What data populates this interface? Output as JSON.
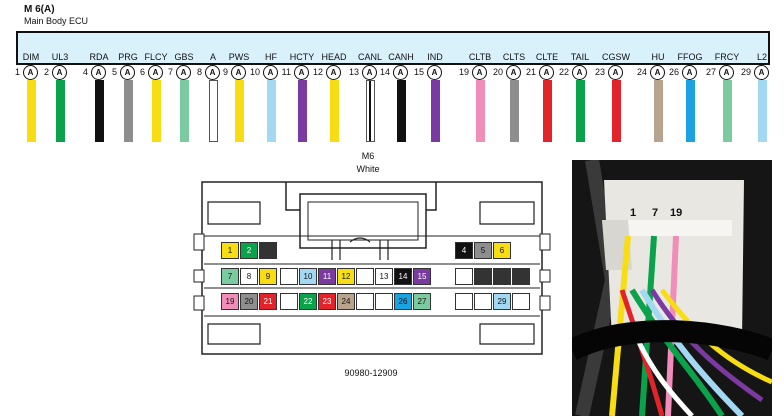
{
  "header": {
    "title": "M 6(A)",
    "subtitle": "Main Body ECU"
  },
  "pin_letter": "A",
  "pins": [
    {
      "num": "1",
      "label": "DIM",
      "color": "#f7dd12"
    },
    {
      "num": "2",
      "label": "UL3",
      "color": "#0aa24a"
    },
    {
      "num": "4",
      "label": "RDA",
      "color": "#111111"
    },
    {
      "num": "5",
      "label": "PRG",
      "color": "#8e8e8e"
    },
    {
      "num": "6",
      "label": "FLCY",
      "color": "#f7dd12"
    },
    {
      "num": "7",
      "label": "GBS",
      "color": "#7ccaa0"
    },
    {
      "num": "8",
      "label": "A",
      "color": "#ffffff"
    },
    {
      "num": "9",
      "label": "PWS",
      "color": "#f7dd12"
    },
    {
      "num": "10",
      "label": "HF",
      "color": "#a2d8f2"
    },
    {
      "num": "11",
      "label": "HCTY",
      "color": "#7b3aa1"
    },
    {
      "num": "12",
      "label": "HEAD",
      "color": "#f7dd12"
    },
    {
      "num": "13",
      "label": "CANL",
      "color": "#ffffff"
    },
    {
      "num": "14",
      "label": "CANH",
      "color": "#111111"
    },
    {
      "num": "15",
      "label": "IND",
      "color": "#7b3aa1"
    },
    {
      "num": "19",
      "label": "CLTB",
      "color": "#f08db8"
    },
    {
      "num": "20",
      "label": "CLTS",
      "color": "#8e8e8e"
    },
    {
      "num": "21",
      "label": "CLTE",
      "color": "#e2232a"
    },
    {
      "num": "22",
      "label": "TAIL",
      "color": "#0aa24a"
    },
    {
      "num": "23",
      "label": "CGSW",
      "color": "#e2232a"
    },
    {
      "num": "24",
      "label": "HU",
      "color": "#b8a48e"
    },
    {
      "num": "26",
      "label": "FFOG",
      "color": "#1aa3e0"
    },
    {
      "num": "27",
      "label": "FRCY",
      "color": "#7ccaa0"
    },
    {
      "num": "29",
      "label": "L2",
      "color": "#a2d8f2"
    }
  ],
  "connector": {
    "name": "M6",
    "color": "White",
    "part_number": "90980-12909"
  },
  "cavities": [
    {
      "row": 1,
      "pos": 1,
      "num": "1",
      "color": "#f7dd12"
    },
    {
      "row": 1,
      "pos": 2,
      "num": "2",
      "color": "#0aa24a"
    },
    {
      "row": 1,
      "pos": 3,
      "num": "",
      "color": "#333333"
    },
    {
      "row": 1,
      "pos": 12,
      "num": "4",
      "color": "#111111"
    },
    {
      "row": 1,
      "pos": 13,
      "num": "5",
      "color": "#8e8e8e"
    },
    {
      "row": 1,
      "pos": 14,
      "num": "6",
      "color": "#f7dd12"
    },
    {
      "row": 2,
      "pos": 1,
      "num": "7",
      "color": "#7ccaa0"
    },
    {
      "row": 2,
      "pos": 2,
      "num": "8",
      "color": "#ffffff"
    },
    {
      "row": 2,
      "pos": 3,
      "num": "9",
      "color": "#f7dd12"
    },
    {
      "row": 2,
      "pos": 4,
      "num": "",
      "color": "#ffffff"
    },
    {
      "row": 2,
      "pos": 5,
      "num": "10",
      "color": "#a2d8f2"
    },
    {
      "row": 2,
      "pos": 6,
      "num": "11",
      "color": "#7b3aa1"
    },
    {
      "row": 2,
      "pos": 7,
      "num": "12",
      "color": "#f7dd12"
    },
    {
      "row": 2,
      "pos": 8,
      "num": "",
      "color": "#ffffff"
    },
    {
      "row": 2,
      "pos": 9,
      "num": "13",
      "color": "#ffffff"
    },
    {
      "row": 2,
      "pos": 10,
      "num": "14",
      "color": "#111111"
    },
    {
      "row": 2,
      "pos": 11,
      "num": "15",
      "color": "#7b3aa1"
    },
    {
      "row": 2,
      "pos": 12,
      "num": "",
      "color": "#ffffff"
    },
    {
      "row": 2,
      "pos": 13,
      "num": "",
      "color": "#333333"
    },
    {
      "row": 2,
      "pos": 14,
      "num": "",
      "color": "#333333"
    },
    {
      "row": 2,
      "pos": 15,
      "num": "",
      "color": "#333333"
    },
    {
      "row": 3,
      "pos": 1,
      "num": "19",
      "color": "#f08db8"
    },
    {
      "row": 3,
      "pos": 2,
      "num": "20",
      "color": "#8e8e8e"
    },
    {
      "row": 3,
      "pos": 3,
      "num": "21",
      "color": "#e2232a"
    },
    {
      "row": 3,
      "pos": 4,
      "num": "",
      "color": "#ffffff"
    },
    {
      "row": 3,
      "pos": 5,
      "num": "22",
      "color": "#0aa24a"
    },
    {
      "row": 3,
      "pos": 6,
      "num": "23",
      "color": "#e2232a"
    },
    {
      "row": 3,
      "pos": 7,
      "num": "24",
      "color": "#b8a48e"
    },
    {
      "row": 3,
      "pos": 8,
      "num": "",
      "color": "#ffffff"
    },
    {
      "row": 3,
      "pos": 9,
      "num": "",
      "color": "#ffffff"
    },
    {
      "row": 3,
      "pos": 10,
      "num": "26",
      "color": "#1aa3e0"
    },
    {
      "row": 3,
      "pos": 11,
      "num": "27",
      "color": "#7ccaa0"
    },
    {
      "row": 3,
      "pos": 12,
      "num": "",
      "color": "#ffffff"
    },
    {
      "row": 3,
      "pos": 13,
      "num": "",
      "color": "#ffffff"
    },
    {
      "row": 3,
      "pos": 14,
      "num": "29",
      "color": "#a2d8f2"
    },
    {
      "row": 3,
      "pos": 15,
      "num": "",
      "color": "#ffffff"
    }
  ],
  "photo": {
    "labels": [
      "1",
      "7",
      "19"
    ]
  }
}
